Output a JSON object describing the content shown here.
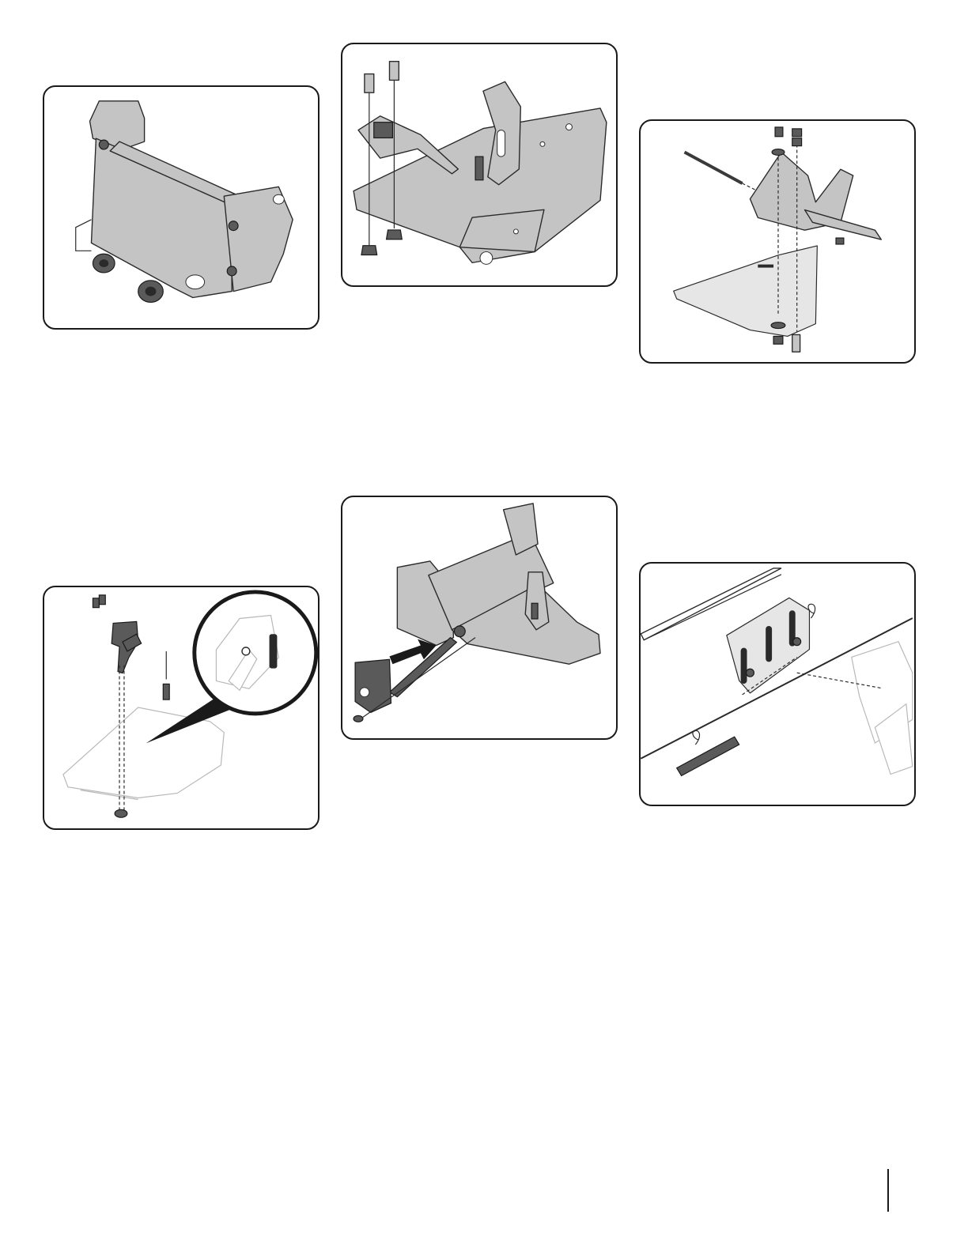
{
  "page": {
    "figures": [
      {
        "id": "figure-1",
        "depicts": "mount-bracket-with-flange-nuts"
      },
      {
        "id": "figure-2",
        "depicts": "latch-assembly-on-base-plate"
      },
      {
        "id": "figure-3",
        "depicts": "bracket-exploded-over-plate"
      },
      {
        "id": "figure-4",
        "depicts": "latch-and-spring-with-detail-callout"
      },
      {
        "id": "figure-5",
        "depicts": "insert-bar-into-frame"
      },
      {
        "id": "figure-6",
        "depicts": "blade-pin-and-rod-with-hairpin-clips"
      }
    ]
  },
  "colors": {
    "part_fill": "#c4c4c4",
    "part_dark": "#5a5a5a",
    "outline": "#2a2a2a",
    "faded_part": "#b8b8b8"
  }
}
